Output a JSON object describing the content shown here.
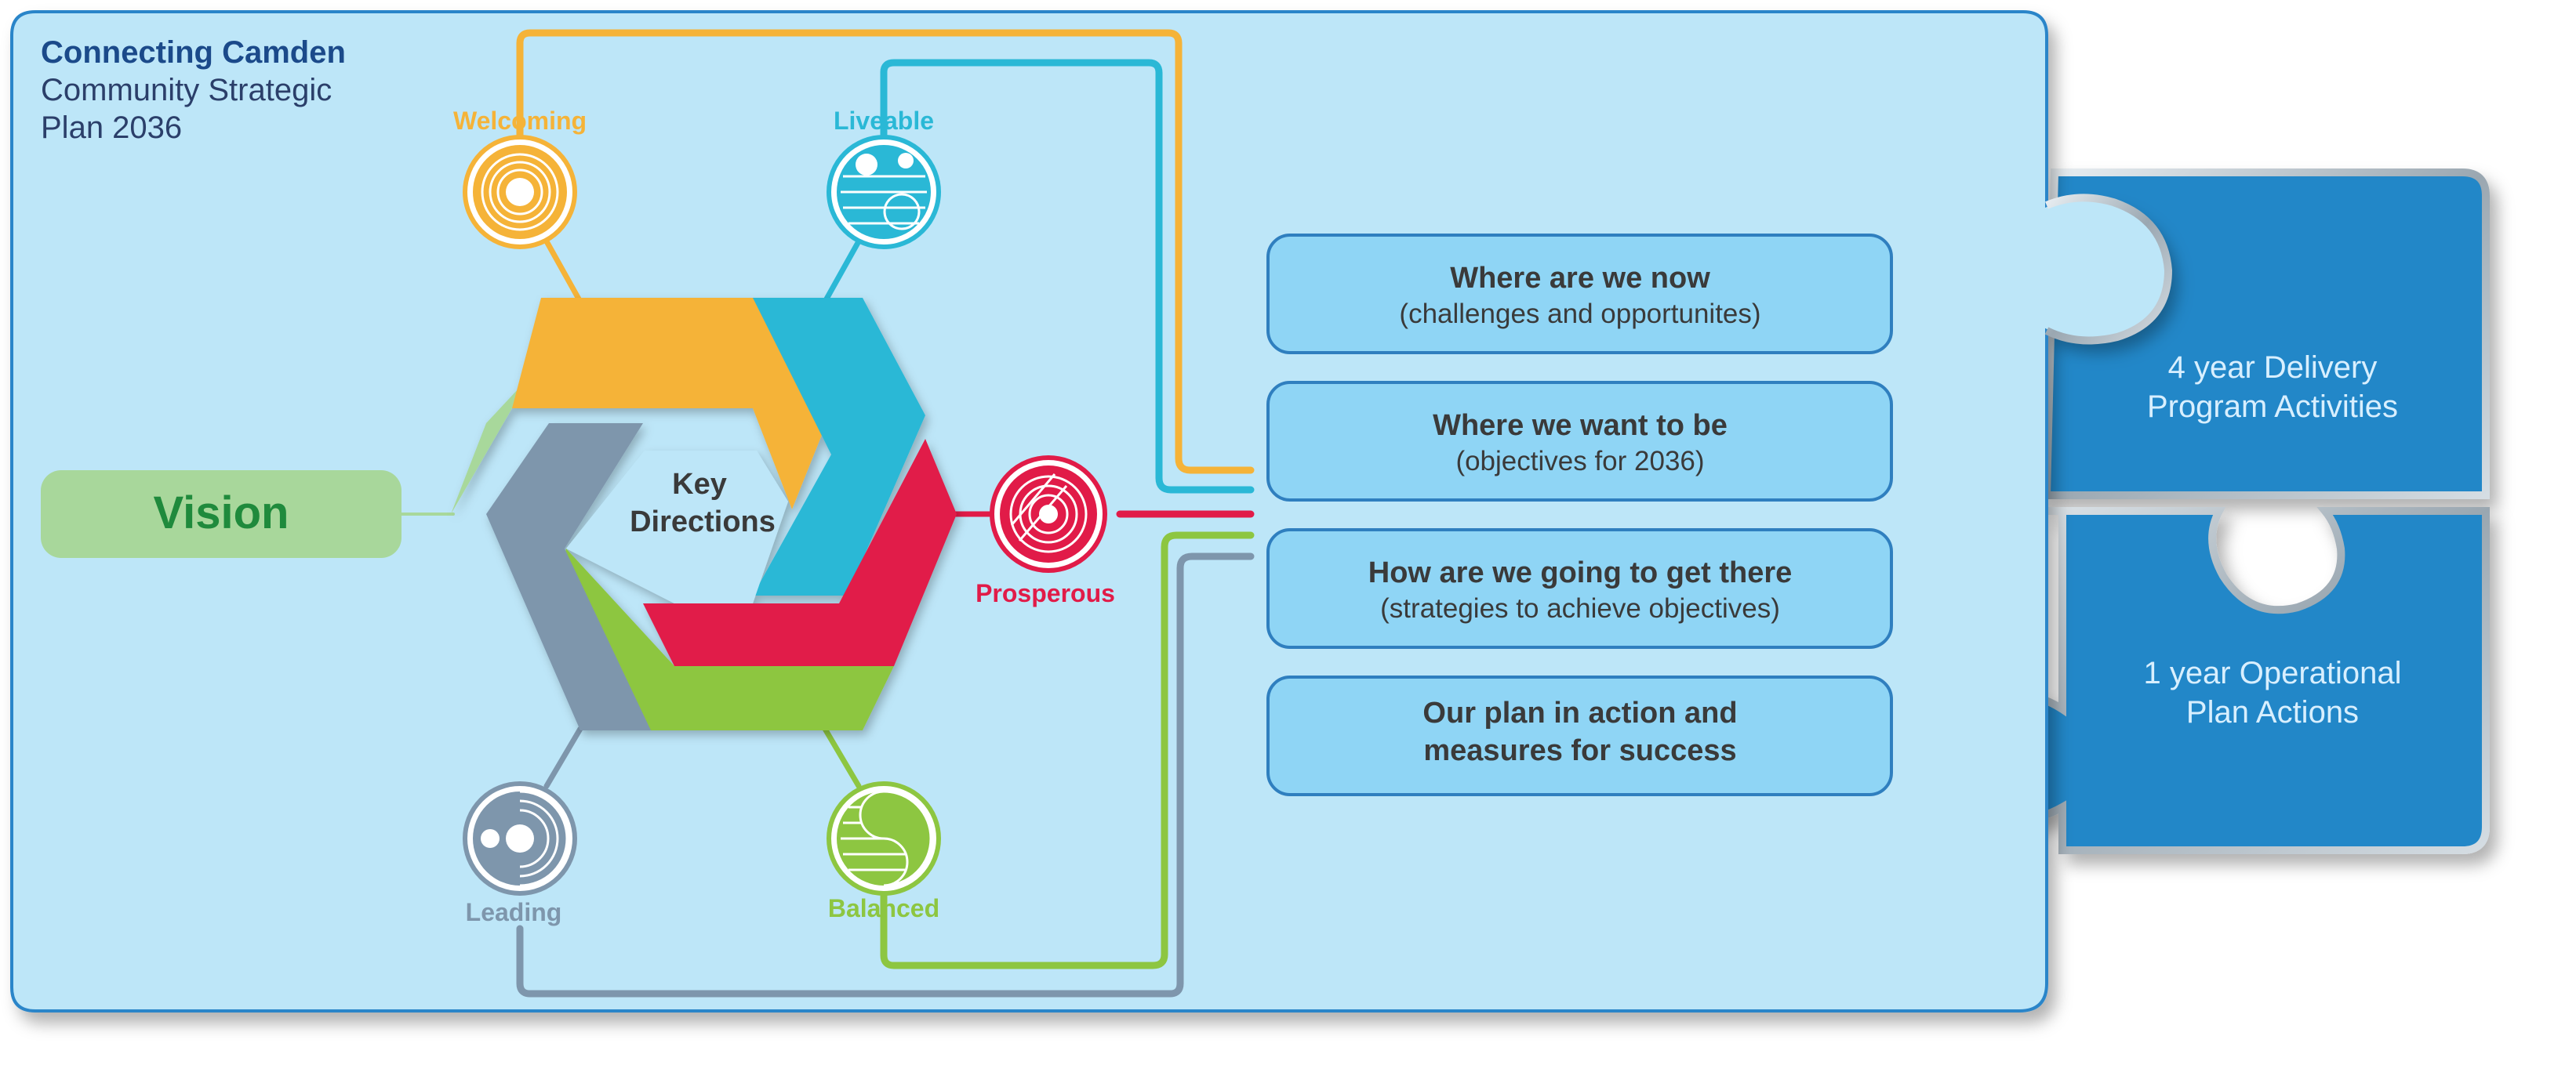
{
  "title": {
    "line1": "Connecting Camden",
    "line2": "Community Strategic",
    "line3": "Plan 2036"
  },
  "vision_label": "Vision",
  "center_label": {
    "line1": "Key",
    "line2": "Directions"
  },
  "directions": {
    "welcoming": "Welcoming",
    "liveable": "Liveable",
    "prosperous": "Prosperous",
    "balanced": "Balanced",
    "leading": "Leading"
  },
  "steps": [
    {
      "title": "Where are we now",
      "subtitle": "(challenges and opportunites)"
    },
    {
      "title": "Where we want to be",
      "subtitle": "(objectives for 2036)"
    },
    {
      "title": "How are we going to get there",
      "subtitle": "(strategies to achieve objectives)"
    },
    {
      "title": "Our plan in action and",
      "subtitle": "measures for success"
    }
  ],
  "puzzle": {
    "top": {
      "line1": "4 year Delivery",
      "line2": "Program Activities"
    },
    "bottom": {
      "line1": "1 year Operational",
      "line2": "Plan Actions"
    }
  },
  "colors": {
    "panel_bg": "#bde6f8",
    "panel_border": "#2a85c9",
    "title_bold": "#1b4a8a",
    "title_regular": "#2b3f6a",
    "vision_fill": "#a8d79b",
    "vision_text": "#1f8a3c",
    "welcoming": "#f5b338",
    "liveable": "#2ab8d6",
    "prosperous": "#e11b48",
    "balanced": "#8dc641",
    "leading": "#7e96ac",
    "light_green": "#a8d89b",
    "step_fill": "#8fd5f5",
    "step_border": "#2f7fbf",
    "puzzle_fill": "#2087c8"
  }
}
